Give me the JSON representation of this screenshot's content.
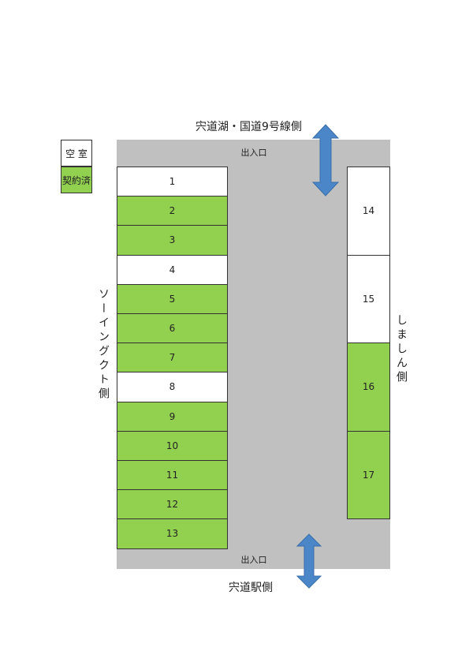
{
  "colors": {
    "contracted": "#92d050",
    "vacant": "#ffffff",
    "lot": "#c0c0c0",
    "arrow": "#4a86c8"
  },
  "legend": {
    "vacant_label": "空 室",
    "contracted_label": "契約済"
  },
  "labels": {
    "north": "宍道湖・国道9号線側",
    "south": "宍道駅側",
    "west": "ソーイングクト側",
    "east": "しましん側",
    "entrance_top": "出入口",
    "entrance_bottom": "出入口"
  },
  "left_spots": [
    {
      "number": "1",
      "status": "vacant"
    },
    {
      "number": "2",
      "status": "contracted"
    },
    {
      "number": "3",
      "status": "contracted"
    },
    {
      "number": "4",
      "status": "vacant"
    },
    {
      "number": "5",
      "status": "contracted"
    },
    {
      "number": "6",
      "status": "contracted"
    },
    {
      "number": "7",
      "status": "contracted"
    },
    {
      "number": "8",
      "status": "vacant"
    },
    {
      "number": "9",
      "status": "contracted"
    },
    {
      "number": "10",
      "status": "contracted"
    },
    {
      "number": "11",
      "status": "contracted"
    },
    {
      "number": "12",
      "status": "contracted"
    },
    {
      "number": "13",
      "status": "contracted"
    }
  ],
  "right_spots": [
    {
      "number": "14",
      "status": "vacant"
    },
    {
      "number": "15",
      "status": "vacant"
    },
    {
      "number": "16",
      "status": "contracted"
    },
    {
      "number": "17",
      "status": "contracted"
    }
  ]
}
